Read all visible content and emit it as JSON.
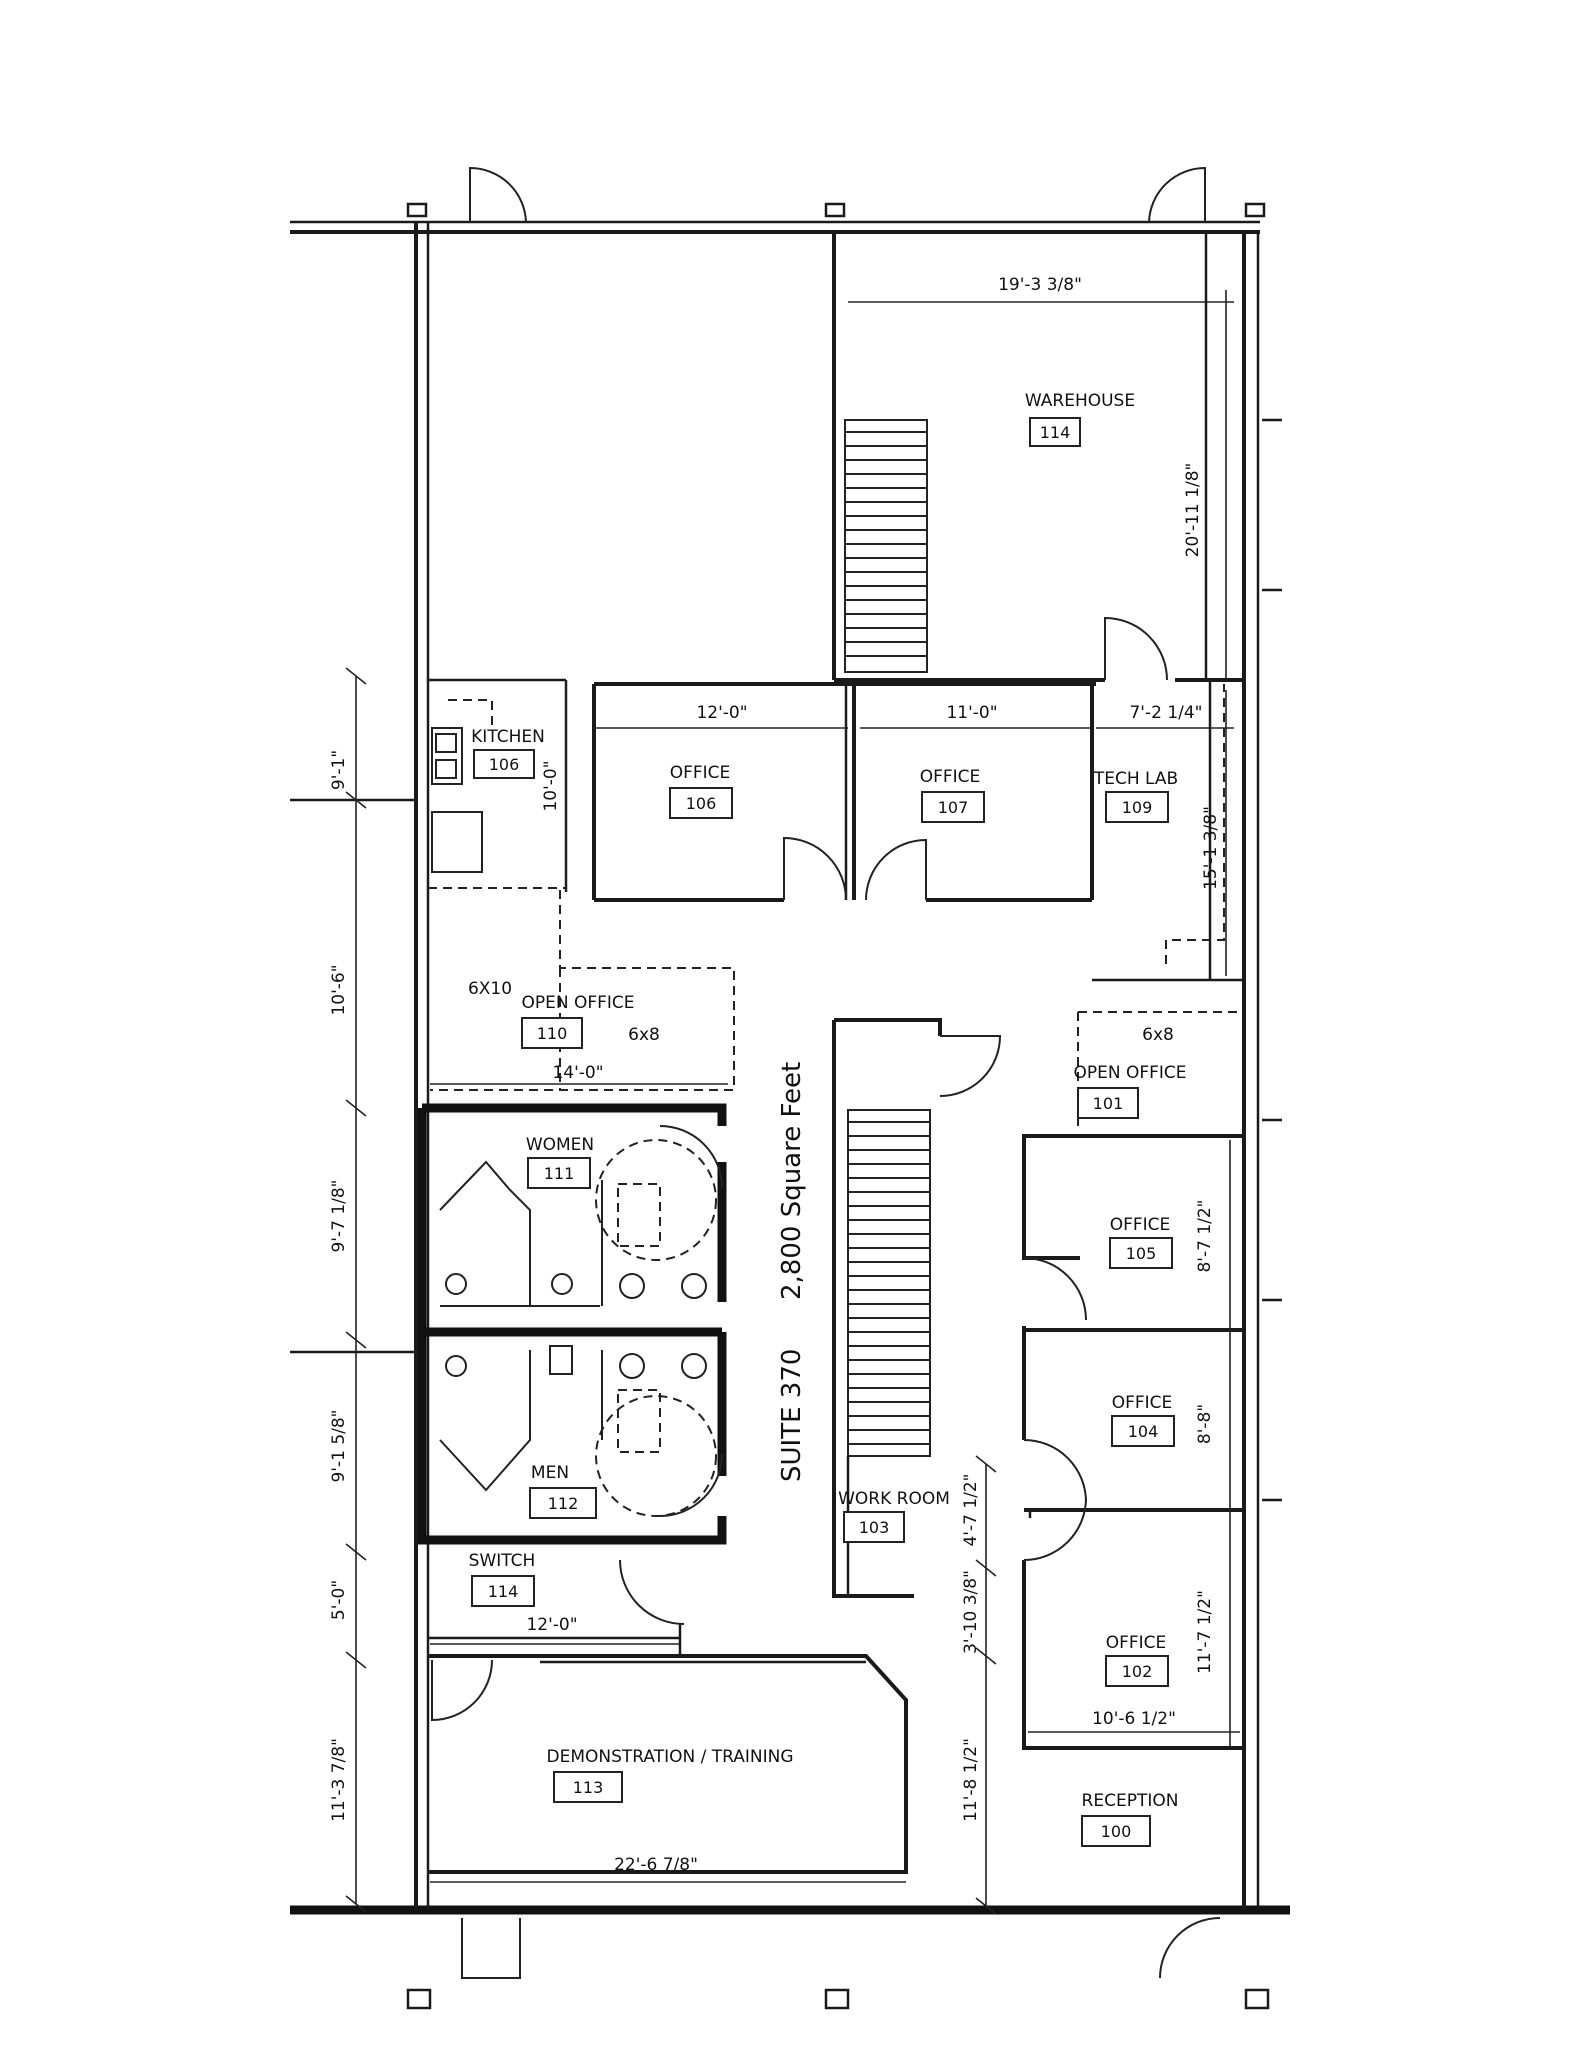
{
  "title": "2,800 Square Feet",
  "suite": "SUITE 370",
  "rooms": {
    "warehouse": {
      "name": "WAREHOUSE",
      "number": "114"
    },
    "kitchen": {
      "name": "KITCHEN",
      "number": "106"
    },
    "office_106": {
      "name": "OFFICE",
      "number": "106"
    },
    "office_107": {
      "name": "OFFICE",
      "number": "107"
    },
    "tech_lab": {
      "name": "TECH LAB",
      "number": "109"
    },
    "open_office_110": {
      "name": "OPEN OFFICE",
      "number": "110"
    },
    "open_office_101": {
      "name": "OPEN OFFICE",
      "number": "101"
    },
    "women": {
      "name": "WOMEN",
      "number": "111"
    },
    "men": {
      "name": "MEN",
      "number": "112"
    },
    "switch": {
      "name": "SWITCH",
      "number": "114"
    },
    "office_105": {
      "name": "OFFICE",
      "number": "105"
    },
    "office_104": {
      "name": "OFFICE",
      "number": "104"
    },
    "office_102": {
      "name": "OFFICE",
      "number": "102"
    },
    "work_room": {
      "name": "WORK ROOM",
      "number": "103"
    },
    "demo": {
      "name": "DEMONSTRATION / TRAINING",
      "number": "113"
    },
    "reception": {
      "name": "RECEPTION",
      "number": "100"
    }
  },
  "notes": {
    "six_by_ten": "6X10",
    "six_by_eight_a": "6x8",
    "six_by_eight_b": "6x8"
  },
  "dimensions": {
    "warehouse_w": "19'-3 3/8\"",
    "warehouse_h": "20'-11 1/8\"",
    "office106_w": "12'-0\"",
    "office107_w": "11'-0\"",
    "techlab_w": "7'-2 1/4\"",
    "techlab_h": "15'-1 3/8\"",
    "kitchen_h": "10'-0\"",
    "open_office_w": "14'-0\"",
    "switch_w": "12'-0\"",
    "demo_w": "22'-6 7/8\"",
    "office102_w": "10'-6 1/2\"",
    "office105_h": "8'-7 1/2\"",
    "office104_h": "8'-8\"",
    "office102_h": "11'-7 1/2\"",
    "left_1": "9'-1\"",
    "left_2": "10'-6\"",
    "left_3": "9'-7 1/8\"",
    "left_4": "9'-1 5/8\"",
    "left_5": "5'-0\"",
    "left_6": "11'-3 7/8\"",
    "mid_1": "4'-7 1/2\"",
    "mid_2": "3'-10 3/8\"",
    "mid_3": "11'-8 1/2\""
  },
  "colors": {
    "ink": "#111111",
    "paper": "#ffffff"
  }
}
